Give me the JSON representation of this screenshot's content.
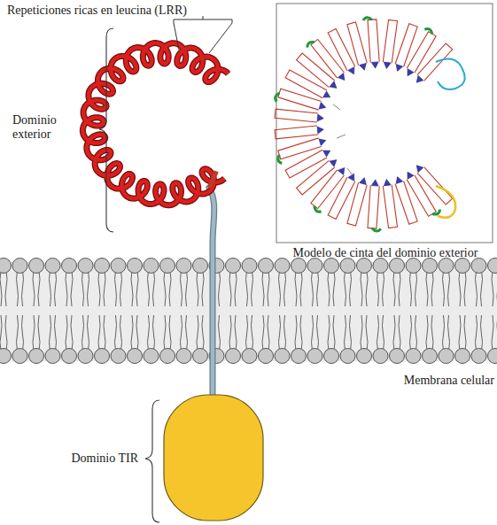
{
  "diagram": {
    "labels": [
      "Repeticiones ricas en leucina (LRR)",
      "Dominio exterior",
      "Modelo de cinta del dominio exterior",
      "Membrana celular",
      "Dominio TIR"
    ]
  }
}
